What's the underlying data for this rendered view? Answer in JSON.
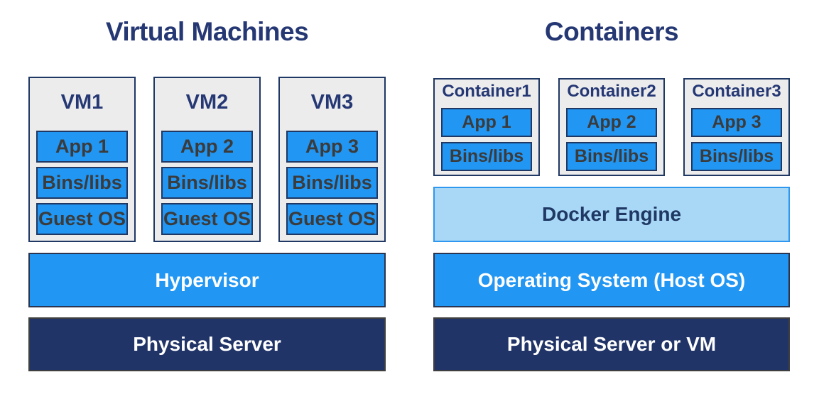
{
  "colors": {
    "title_navy": "#253874",
    "box_border_navy": "#1f3864",
    "bright_blue": "#2196f3",
    "light_blue_fill": "#a9d7f6",
    "light_blue_border": "#2e97f0",
    "dark_navy_fill": "#213468",
    "box_gray_fill": "#ececec",
    "layer_text": "#3b3b3b",
    "bar_text_white": "#ffffff"
  },
  "vm_section": {
    "title": "Virtual Machines",
    "vms": [
      {
        "title": "VM1",
        "layers": [
          "App 1",
          "Bins/libs",
          "Guest OS"
        ]
      },
      {
        "title": "VM2",
        "layers": [
          "App 2",
          "Bins/libs",
          "Guest OS"
        ]
      },
      {
        "title": "VM3",
        "layers": [
          "App 3",
          "Bins/libs",
          "Guest OS"
        ]
      }
    ],
    "hypervisor_label": "Hypervisor",
    "base_label": "Physical Server"
  },
  "container_section": {
    "title": "Containers",
    "containers": [
      {
        "title": "Container1",
        "layers": [
          "App 1",
          "Bins/libs"
        ]
      },
      {
        "title": "Container2",
        "layers": [
          "App 2",
          "Bins/libs"
        ]
      },
      {
        "title": "Container3",
        "layers": [
          "App 3",
          "Bins/libs"
        ]
      }
    ],
    "engine_label": "Docker Engine",
    "os_label": "Operating System (Host OS)",
    "base_label": "Physical Server or VM"
  }
}
